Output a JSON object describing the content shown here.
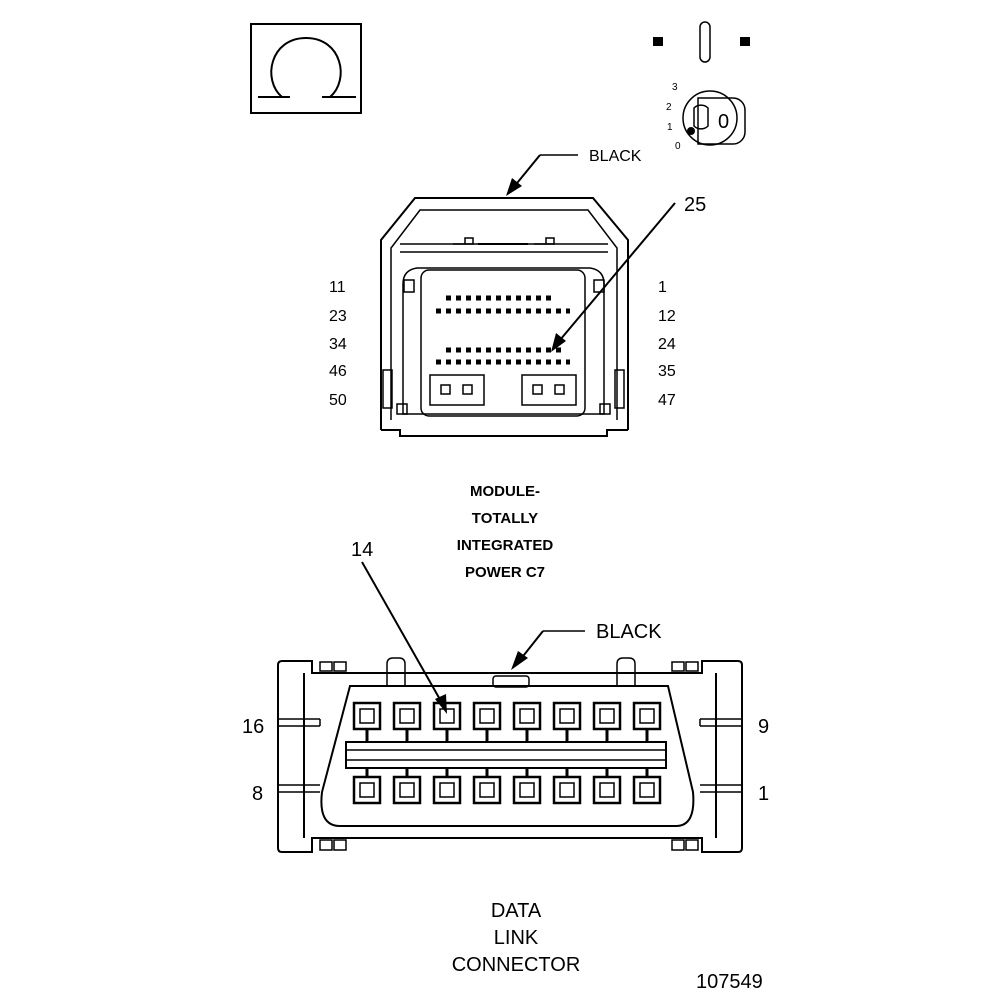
{
  "icons": {
    "omega": "omega-icon",
    "key": "ignition-key-icon"
  },
  "ignition": {
    "positions": [
      "0",
      "1",
      "2",
      "3"
    ],
    "key_label": "0"
  },
  "module_connector": {
    "color_label": "BLACK",
    "pointer_pin": "25",
    "left_pin_labels": [
      "11",
      "23",
      "34",
      "46",
      "50"
    ],
    "right_pin_labels": [
      "1",
      "12",
      "24",
      "35",
      "47"
    ],
    "title_lines": [
      "MODULE-",
      "TOTALLY",
      "INTEGRATED",
      "POWER C7"
    ]
  },
  "dlc_connector": {
    "color_label": "BLACK",
    "pointer_pin": "14",
    "left_pin_labels": [
      "16",
      "8"
    ],
    "right_pin_labels": [
      "9",
      "1"
    ],
    "title_lines": [
      "DATA",
      "LINK",
      "CONNECTOR"
    ]
  },
  "figure_id": "107549"
}
